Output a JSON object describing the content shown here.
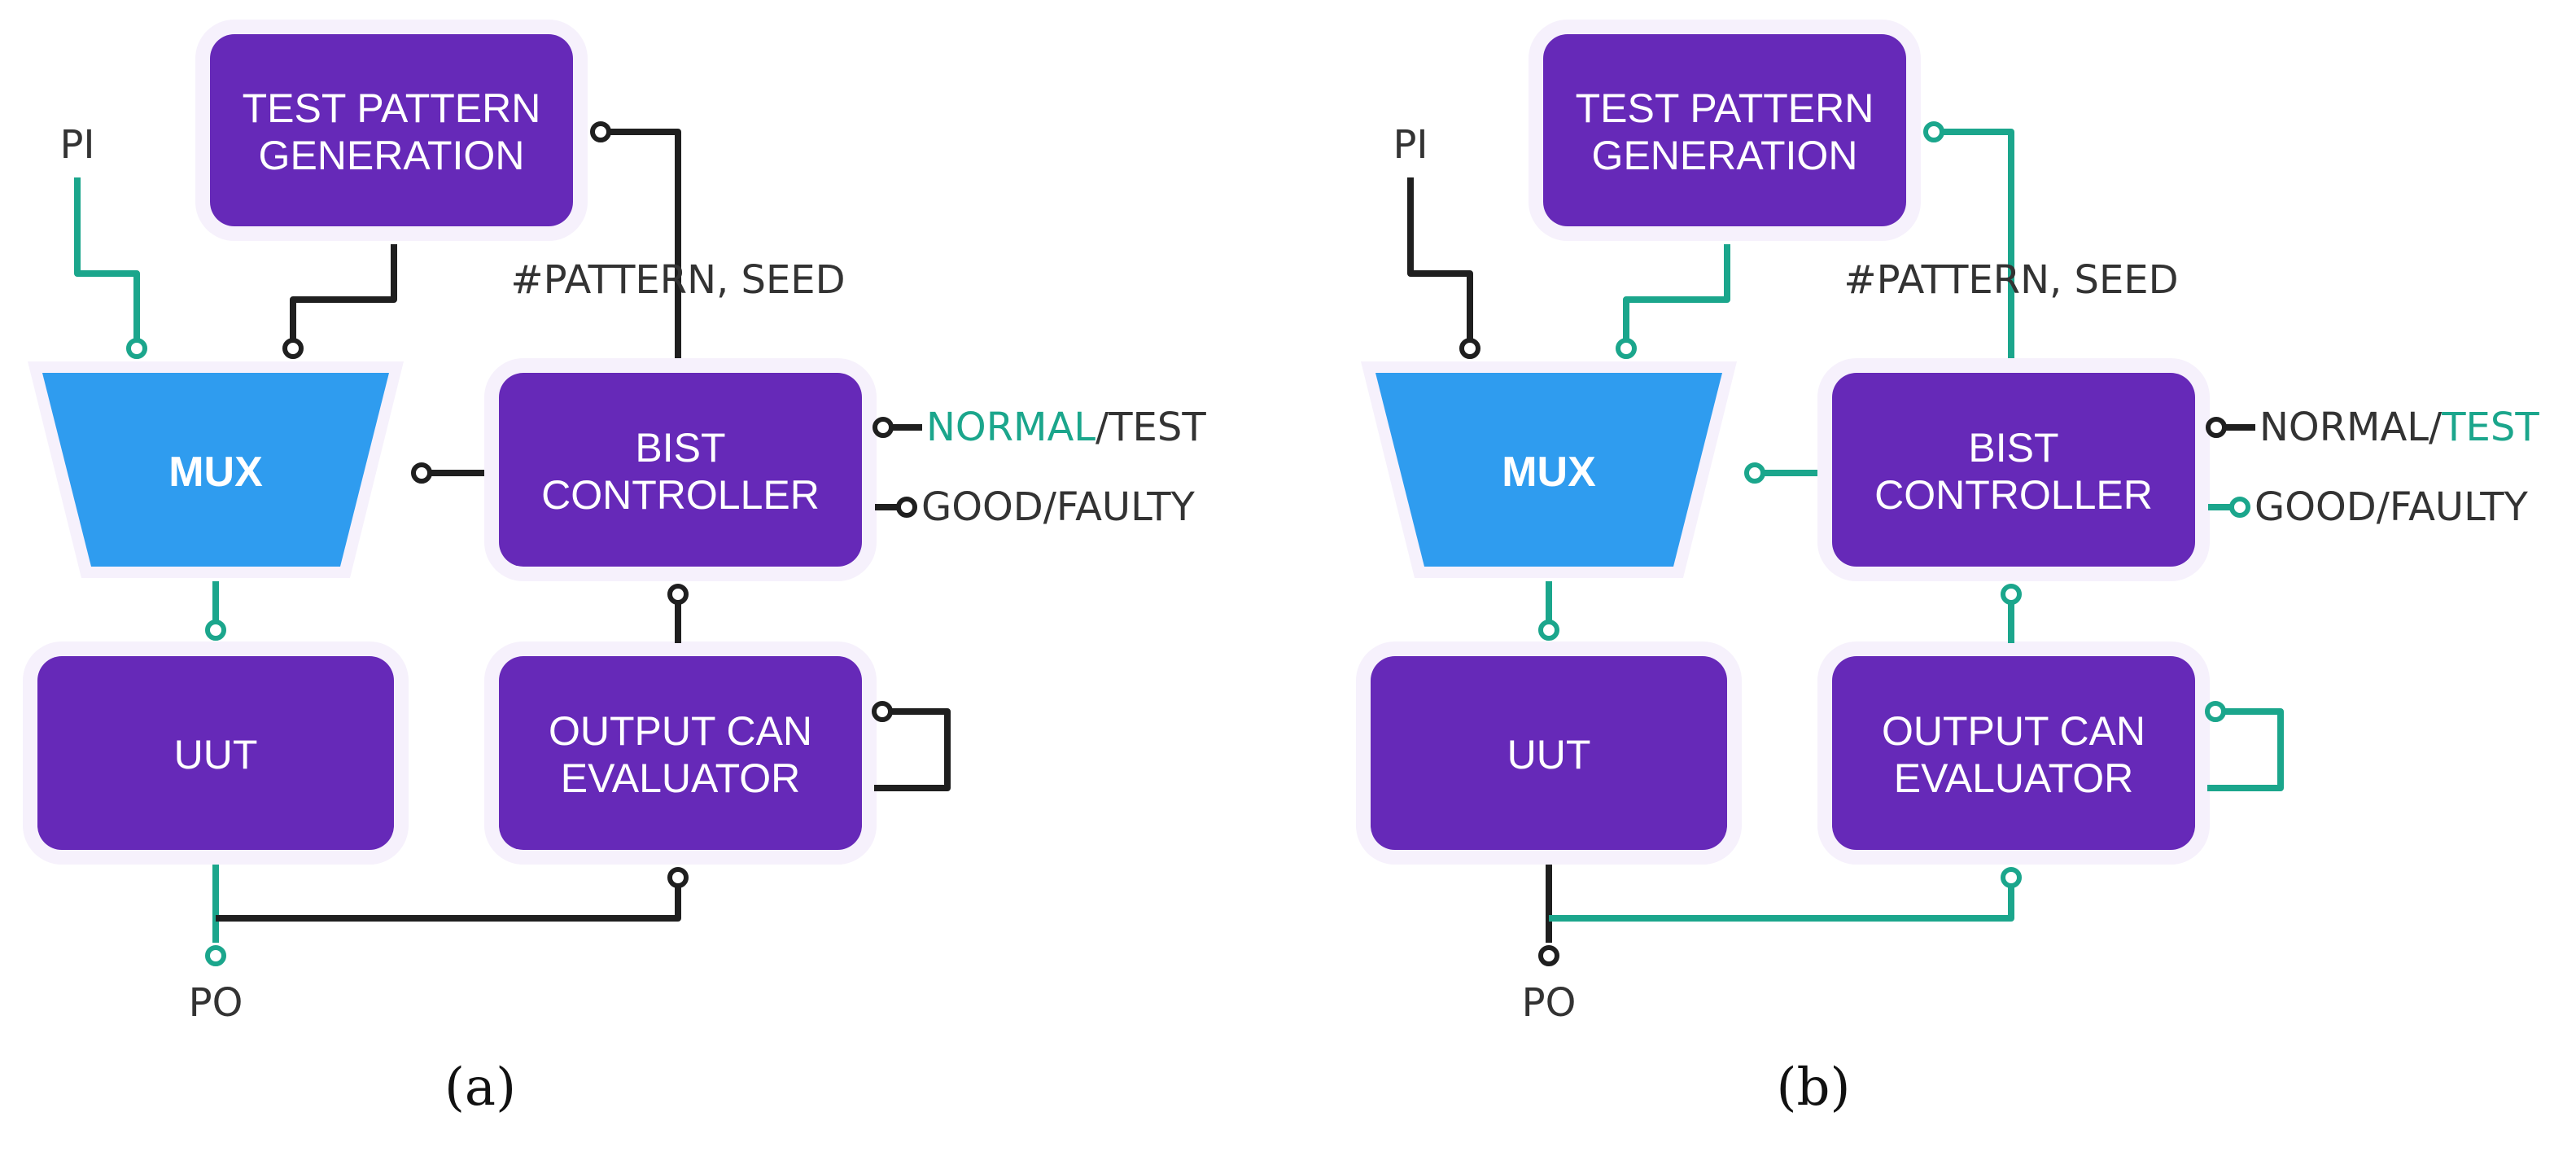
{
  "colors": {
    "block": "#6629B8",
    "mux": "#2F9CEF",
    "halo": "#F6F1FC",
    "active": "#1BA68C",
    "inactive": "#1F1F1F",
    "text_dark": "#333333"
  },
  "panels": [
    {
      "caption": "(a)",
      "blocks": {
        "tpg": [
          "TEST PATTERN",
          "GENERATION"
        ],
        "mux": "MUX",
        "bist": [
          "BIST",
          "CONTROLLER"
        ],
        "uut": "UUT",
        "oce": [
          "OUTPUT CAN",
          "EVALUATOR"
        ]
      },
      "labels": {
        "pi": "PI",
        "po": "PO",
        "pattern_seed": "#PATTERN, SEED",
        "mode": [
          {
            "text": "NORMAL",
            "active": true
          },
          {
            "text": "/TEST",
            "active": false
          }
        ],
        "result": [
          {
            "text": "GOOD/FAULTY",
            "active": false
          }
        ]
      },
      "active_wires": [
        "pi",
        "mux-uut",
        "uut-po"
      ]
    },
    {
      "caption": "(b)",
      "blocks": {
        "tpg": [
          "TEST PATTERN",
          "GENERATION"
        ],
        "mux": "MUX",
        "bist": [
          "BIST",
          "CONTROLLER"
        ],
        "uut": "UUT",
        "oce": [
          "OUTPUT CAN",
          "EVALUATOR"
        ]
      },
      "labels": {
        "pi": "PI",
        "po": "PO",
        "pattern_seed": "#PATTERN, SEED",
        "mode": [
          {
            "text": "NORMAL/",
            "active": false
          },
          {
            "text": "TEST",
            "active": true
          }
        ],
        "result": [
          {
            "text": "GOOD/FAULTY",
            "active": false
          }
        ]
      },
      "active_wires": [
        "tpg-mux",
        "tpg-bist",
        "bist-mux",
        "bist-result",
        "bist-oce",
        "mux-uut",
        "uut-oce",
        "oce-loop"
      ]
    }
  ]
}
